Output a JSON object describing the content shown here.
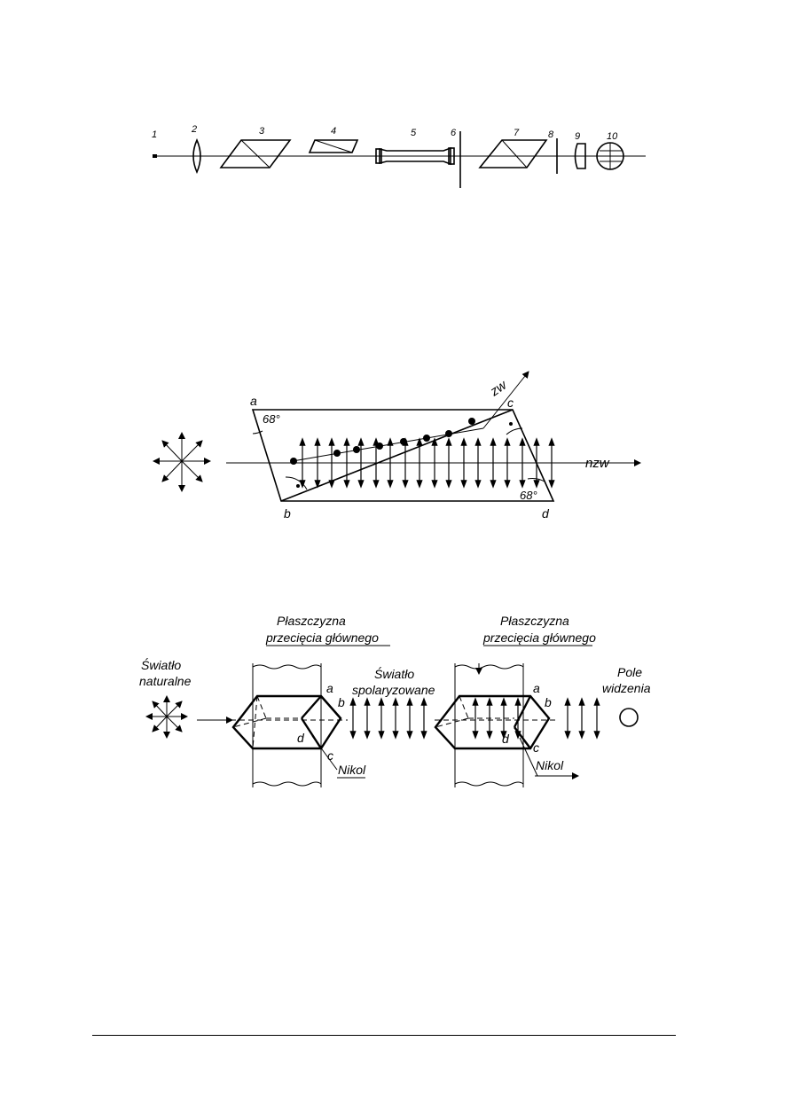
{
  "figure1": {
    "labels": [
      "1",
      "2",
      "3",
      "4",
      "5",
      "6",
      "7",
      "8",
      "9",
      "10"
    ]
  },
  "figure2": {
    "corner_a": "a",
    "corner_b": "b",
    "corner_c": "c",
    "corner_d": "d",
    "angle_top": "68°",
    "angle_bottom": "68°",
    "ray_extraordinary": "zw",
    "ray_ordinary": "nzw"
  },
  "figure3": {
    "plane_label_left_1": "Płaszczyzna",
    "plane_label_left_2": "przecięcia głównego",
    "plane_label_right_1": "Płaszczyzna",
    "plane_label_right_2": "przecięcia głównego",
    "natural_light_1": "Światło",
    "natural_light_2": "naturalne",
    "polarized_light_1": "Światło",
    "polarized_light_2": "spolaryzowane",
    "field_of_view_1": "Pole",
    "field_of_view_2": "widzenia",
    "nikol_left": "Nikol",
    "nikol_right": "Nikol",
    "left_a": "a",
    "left_b": "b",
    "left_c": "c",
    "left_d": "d",
    "right_a": "a",
    "right_b": "b",
    "right_c": "c",
    "right_d": "d"
  }
}
